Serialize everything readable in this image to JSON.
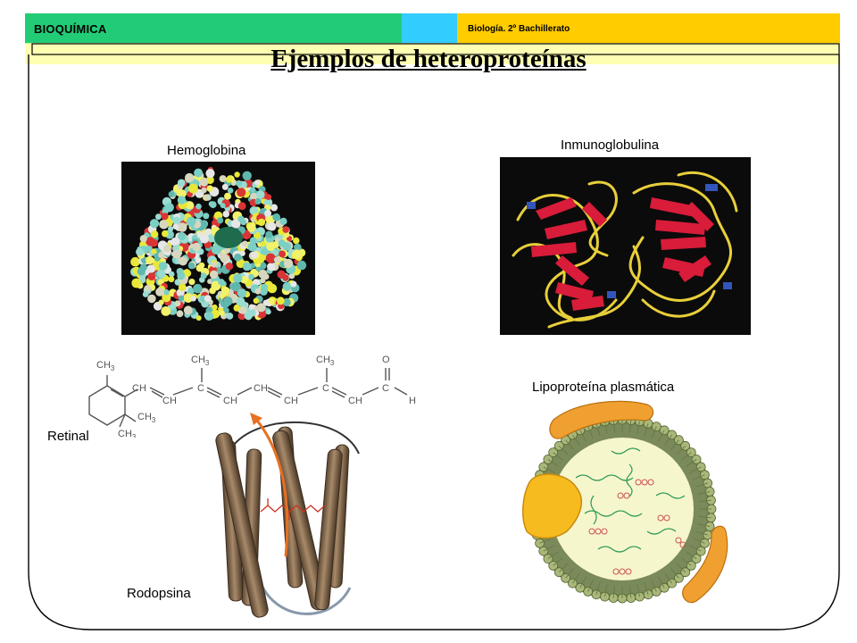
{
  "header": {
    "subject": "BIOQUÍMICA",
    "course": "Biología. 2º Bachillerato",
    "colors": {
      "green": "#22cc77",
      "cyan": "#33ccff",
      "yellow": "#ffcc00",
      "band": "#ffff99"
    }
  },
  "title": "Ejemplos de heteroproteínas",
  "labels": {
    "hemoglobina": "Hemoglobina",
    "inmunoglobulina": "Inmunoglobulina",
    "lipoproteina": "Lipoproteína plasmática",
    "retinal": "Retinal",
    "rodopsina": "Rodopsina"
  },
  "retinal_formula": {
    "ch3": "CH",
    "sub3": "3",
    "ch": "CH",
    "c": "C",
    "o": "O",
    "h": "H"
  }
}
